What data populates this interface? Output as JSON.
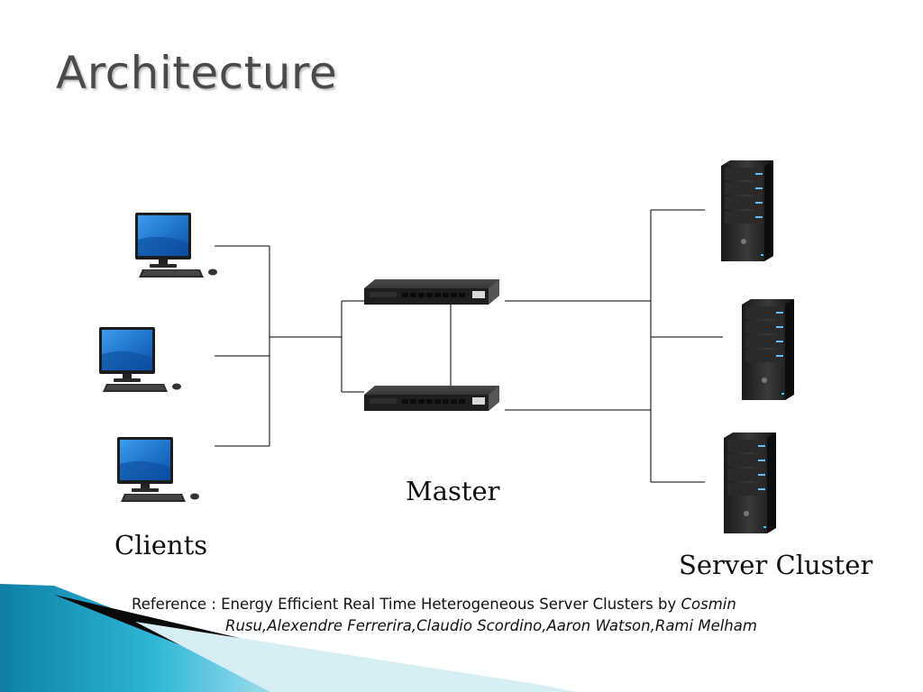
{
  "slide": {
    "title": "Architecture"
  },
  "labels": {
    "clients": "Clients",
    "master": "Master",
    "server_cluster": "Server Cluster"
  },
  "reference": {
    "prefix": "Reference : Energy Efficient Real Time Heterogeneous Server Clusters by ",
    "authors_line1": "Cosmin",
    "authors_line2": "Rusu,Alexendre Ferrerira,Claudio Scordino,Aaron Watson,Rami Melham"
  },
  "icons": {
    "client": "desktop-computer-icon",
    "master": "network-switch-icon",
    "server": "tower-server-icon"
  },
  "colors": {
    "accent_teal": "#1aa3c4",
    "line": "#000000",
    "monitor_screen": "#1a6fd1"
  }
}
